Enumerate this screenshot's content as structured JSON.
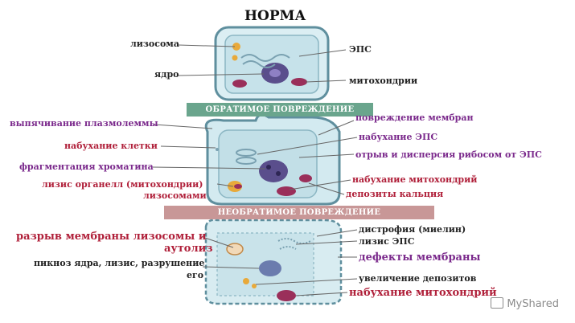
{
  "title": "НОРМА",
  "banners": {
    "reversible": "ОБРАТИМОЕ ПОВРЕЖДЕНИЕ",
    "irreversible": "НЕОБРАТИМОЕ ПОВРЕЖДЕНИЕ"
  },
  "normal": {
    "lysosome": "лизосома",
    "nucleus": "ядро",
    "er": "ЭПС",
    "mitochondria": "митохондрии"
  },
  "reversible": {
    "membrane_bleb": "выпячивание плазмолеммы",
    "cell_swelling": "набухание клетки",
    "chromatin_fragmentation": "фрагментация хроматина",
    "organelle_lysis_1": "лизис органелл (митохондрии)",
    "organelle_lysis_2": "лизосомами",
    "membrane_damage": "повреждение мембран",
    "er_swelling": "набухание ЭПС",
    "ribosome_detachment": "отрыв и дисперсия рибосом от ЭПС",
    "mito_swelling": "набухание митохондрий",
    "calcium_deposits": "депозиты кальция"
  },
  "irreversible": {
    "lysosome_rupture_1": "разрыв мембраны лизосомы и",
    "lysosome_rupture_2": "аутолиз",
    "pyknosis_1": "пикноз ядра, лизис, разрушение",
    "pyknosis_2": "его",
    "myelin_dystrophy": "дистрофия (миелин)",
    "er_lysis": "лизис ЭПС",
    "membrane_defects": "дефекты мембраны",
    "deposit_increase": "увеличение депозитов",
    "mito_swelling": "набухание митохондрий"
  },
  "watermark": "MyShared",
  "colors": {
    "cell_fill": "#c9e3ea",
    "cell_border": "#6f9aa8",
    "nucleus": "#5a4e8c",
    "mitochondria": "#9a2f5a",
    "lysosome": "#e8a93a",
    "banner_reversible": "#6aa58d",
    "banner_irreversible": "#c89797"
  }
}
